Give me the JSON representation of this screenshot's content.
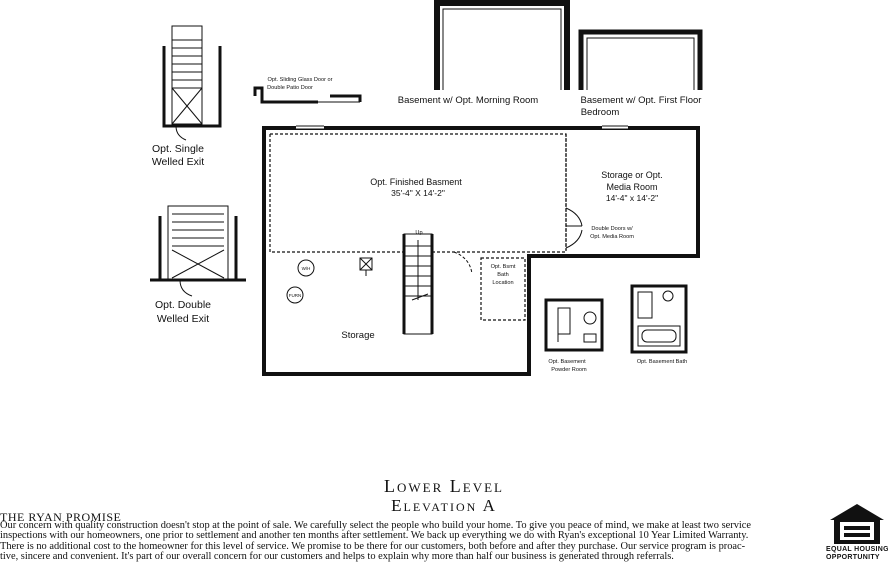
{
  "labels": {
    "morning_room": "Basement w/ Opt. Morning Room",
    "first_floor_bedroom_1": "Basement w/ Opt. First Floor",
    "first_floor_bedroom_2": "Bedroom",
    "sliding_door_1": "Opt. Sliding Glass Door or",
    "sliding_door_2": "Double Patio Door",
    "single_exit_1": "Opt. Single",
    "single_exit_2": "Welled Exit",
    "double_exit_1": "Opt. Double",
    "double_exit_2": "Welled Exit",
    "finished_basement": "Opt. Finished Basment",
    "finished_basement_dim": "35'-4\" X 14'-2\"",
    "media_room_1": "Storage or Opt.",
    "media_room_2": "Media Room",
    "media_room_dim": "14'-4\" x 14'-2\"",
    "double_doors_1": "Double Doors w/",
    "double_doors_2": "Opt. Media Room",
    "bath_loc_1": "Opt. Bsmt",
    "bath_loc_2": "Bath",
    "bath_loc_3": "Location",
    "storage": "Storage",
    "up": "Up",
    "water_heater": "W/H",
    "furnace": "FURN",
    "powder_room_1": "Opt. Basement",
    "powder_room_2": "Powder Room",
    "basement_bath": "Opt. Basement Bath"
  },
  "title": {
    "line1": "Lower Level",
    "line2": "Elevation A"
  },
  "promise": {
    "heading": "THE RYAN PROMISE",
    "lines": [
      "Our concern with quality construction doesn't stop at the point of sale. We carefully select the people who build your home. To give you peace of mind, we make at least two service",
      "inspections with our homeowners, one prior to settlement and another ten months after settlement. We back up everything we do with Ryan's exceptional 10 Year Limited Warranty.",
      "There is no additional cost to the homeowner for this level of service. We promise to be there for our customers, both before and after they purchase. Our service program is proac-",
      "tive, sincere and convenient. It's part of our overall concern for our customers and helps to explain why more than half our business is generated through referrals."
    ]
  },
  "logo": {
    "line1": "EQUAL HOUSING",
    "line2": "OPPORTUNITY",
    "icon": "equal-housing-icon"
  },
  "colors": {
    "line": "#111111",
    "background": "#ffffff"
  }
}
